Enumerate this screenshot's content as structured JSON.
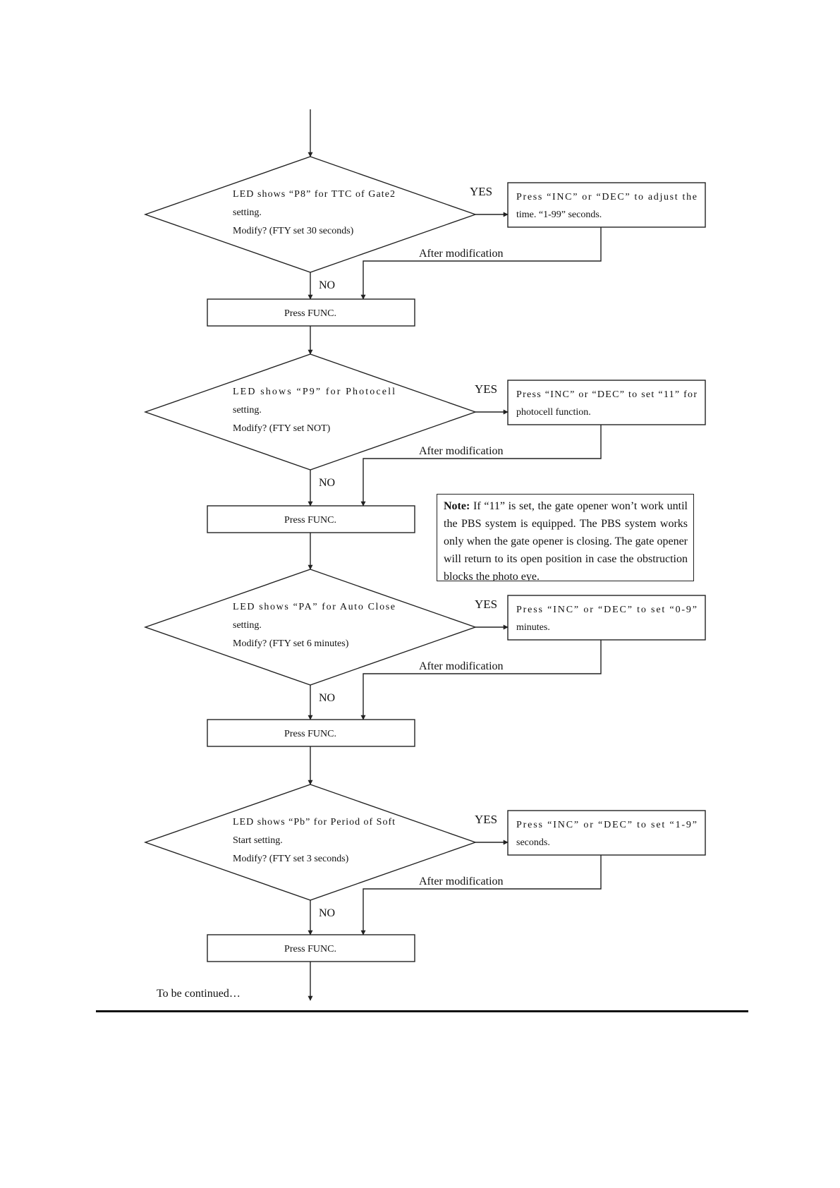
{
  "steps": [
    {
      "question": [
        "LED shows “P8” for TTC of Gate2",
        "setting.",
        "Modify? (FTY set 30 seconds)"
      ],
      "yes": "YES",
      "action": [
        "Press “INC” or “DEC” to adjust the",
        "time. “1-99” seconds."
      ],
      "after": "After modification",
      "no": "NO",
      "func": "Press FUNC."
    },
    {
      "question": [
        "LED shows “P9” for Photocell",
        "setting.",
        "Modify? (FTY set NOT)"
      ],
      "yes": "YES",
      "action": [
        "Press “INC” or “DEC” to set “11” for",
        "photocell function."
      ],
      "after": "After modification",
      "no": "NO",
      "func": "Press FUNC."
    },
    {
      "question": [
        "LED shows “PA” for Auto Close",
        "setting.",
        "Modify? (FTY set 6 minutes)"
      ],
      "yes": "YES",
      "action": [
        "Press “INC” or “DEC” to set “0-9”",
        "minutes."
      ],
      "after": "After modification",
      "no": "NO",
      "func": "Press FUNC."
    },
    {
      "question": [
        "LED shows “Pb” for Period of Soft",
        "Start setting.",
        "Modify? (FTY set 3 seconds)"
      ],
      "yes": "YES",
      "action": [
        "Press “INC” or “DEC” to set “1-9”",
        "seconds."
      ],
      "after": "After modification",
      "no": "NO",
      "func": "Press FUNC."
    }
  ],
  "note": {
    "heading": "Note:",
    "text": "If “11” is set, the gate opener won’t work until the PBS system is equipped. The PBS system works only when the gate opener is closing. The gate opener will return to its open position in case the obstruction blocks the photo eye."
  },
  "continued": "To be continued…"
}
